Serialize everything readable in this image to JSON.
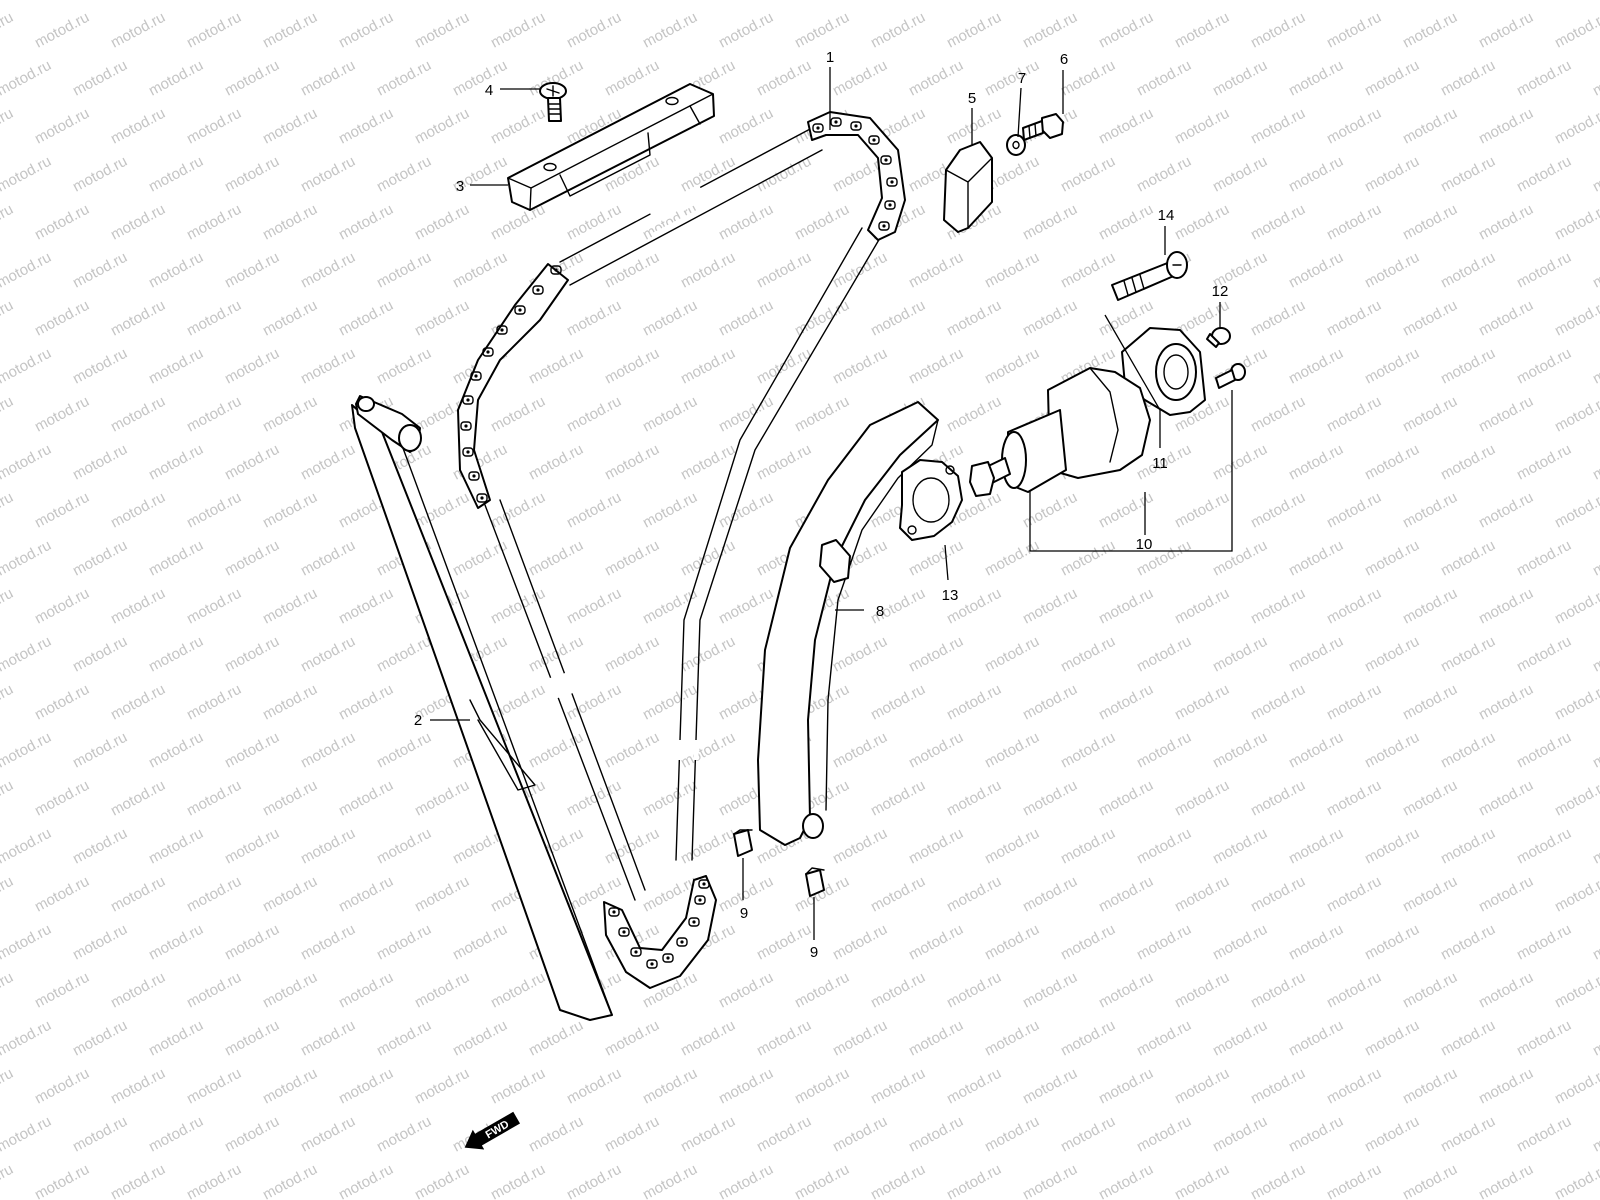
{
  "watermark": {
    "text": "motod.ru",
    "color": "#c4c4c4"
  },
  "direction_marker": {
    "text": "FWD",
    "icon": "forward-arrow-icon"
  },
  "callouts": [
    {
      "id": "c1",
      "label": "1"
    },
    {
      "id": "c2",
      "label": "2"
    },
    {
      "id": "c3",
      "label": "3"
    },
    {
      "id": "c4",
      "label": "4"
    },
    {
      "id": "c5",
      "label": "5"
    },
    {
      "id": "c6",
      "label": "6"
    },
    {
      "id": "c7",
      "label": "7"
    },
    {
      "id": "c8",
      "label": "8"
    },
    {
      "id": "c9a",
      "label": "9"
    },
    {
      "id": "c9b",
      "label": "9"
    },
    {
      "id": "c10",
      "label": "10"
    },
    {
      "id": "c11",
      "label": "11"
    },
    {
      "id": "c12",
      "label": "12"
    },
    {
      "id": "c13",
      "label": "13"
    },
    {
      "id": "c14",
      "label": "14"
    }
  ]
}
